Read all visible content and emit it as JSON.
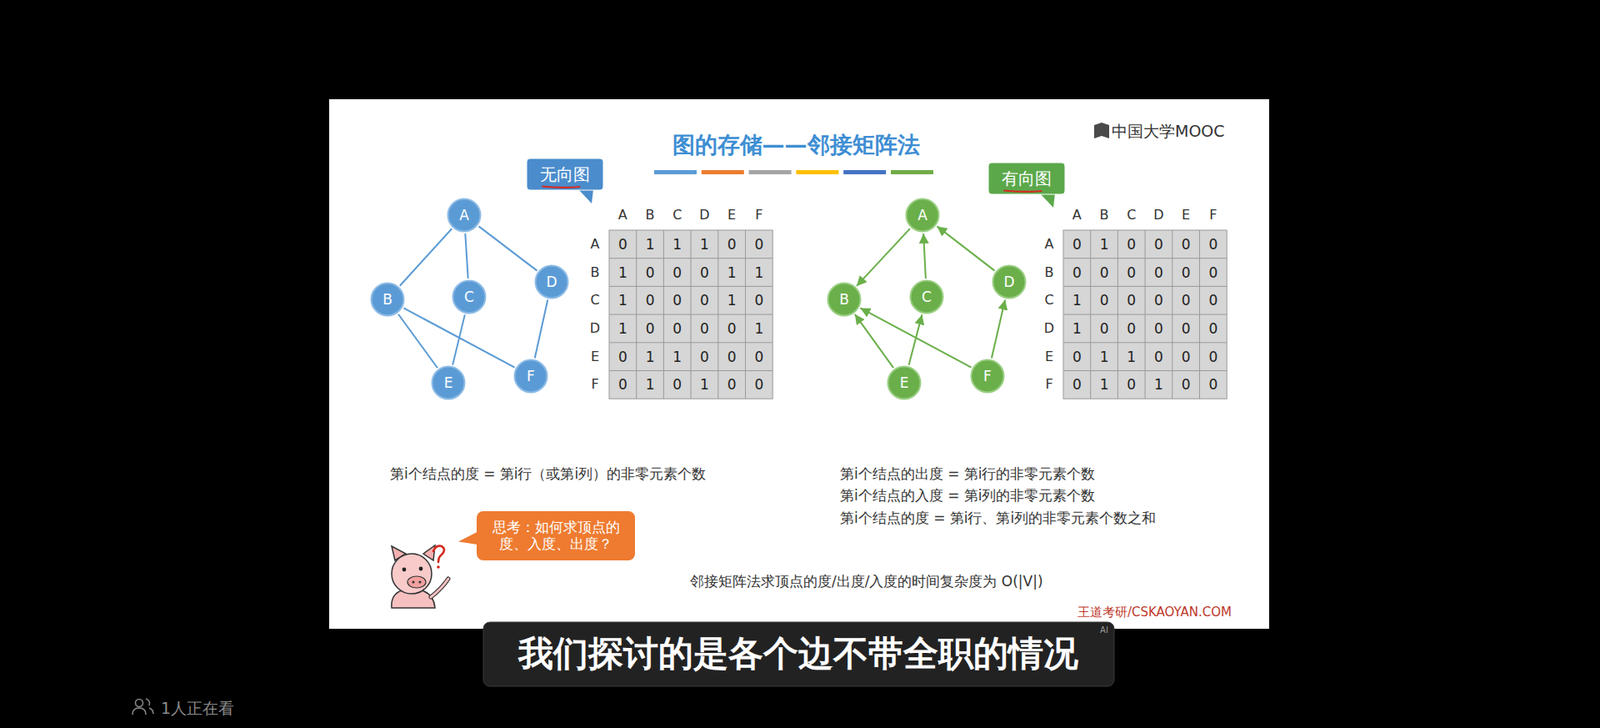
{
  "diagram": {
    "title": "图的存储——邻接矩阵法",
    "nodes": [
      {
        "text": [
          "无向图"
        ]
      },
      {
        "text": [
          "有向图"
        ]
      },
      {
        "text": [
          "A"
        ]
      },
      {
        "text": [
          "B"
        ]
      },
      {
        "text": [
          "C"
        ]
      },
      {
        "text": [
          "D"
        ]
      },
      {
        "text": [
          "E"
        ]
      },
      {
        "text": [
          "F"
        ]
      },
      {
        "text": [
          "A"
        ]
      },
      {
        "text": [
          "B"
        ]
      },
      {
        "text": [
          "C"
        ]
      },
      {
        "text": [
          "D"
        ]
      },
      {
        "text": [
          "E"
        ]
      },
      {
        "text": [
          "F"
        ]
      },
      {
        "text": [
          "思考：如何求顶点的度、入度、出度？"
        ]
      },
      {
        "text": [
          "我们探讨的是各个边不带全职的情况"
        ]
      }
    ],
    "edges": [
      {
        "from": 2,
        "to": 3,
        "arrow": "none"
      },
      {
        "from": 2,
        "to": 4,
        "arrow": "none"
      },
      {
        "from": 2,
        "to": 5,
        "arrow": "none"
      },
      {
        "from": 3,
        "to": 6,
        "arrow": "none"
      },
      {
        "from": 3,
        "to": 7,
        "arrow": "none"
      },
      {
        "from": 4,
        "to": 6,
        "arrow": "none"
      },
      {
        "from": 5,
        "to": 7,
        "arrow": "none"
      },
      {
        "from": 8,
        "to": 9,
        "arrow": "to"
      },
      {
        "from": 10,
        "to": 8,
        "arrow": "to"
      },
      {
        "from": 11,
        "to": 8,
        "arrow": "to"
      },
      {
        "from": 12,
        "to": 9,
        "arrow": "to"
      },
      {
        "from": 12,
        "to": 10,
        "arrow": "to"
      },
      {
        "from": 13,
        "to": 9,
        "arrow": "to"
      },
      {
        "from": 13,
        "to": 11,
        "arrow": "to"
      }
    ],
    "labels": [
      "中国大学MOOC",
      "A",
      "B",
      "C",
      "D",
      "E",
      "F",
      "A",
      "0",
      "1",
      "1",
      "1",
      "0",
      "0",
      "B",
      "1",
      "0",
      "0",
      "0",
      "1",
      "1",
      "C",
      "1",
      "0",
      "0",
      "0",
      "1",
      "0",
      "D",
      "1",
      "0",
      "0",
      "0",
      "0",
      "1",
      "E",
      "0",
      "1",
      "1",
      "0",
      "0",
      "0",
      "F",
      "0",
      "1",
      "0",
      "1",
      "0",
      "0",
      "A",
      "B",
      "C",
      "D",
      "E",
      "F",
      "A",
      "0",
      "1",
      "0",
      "0",
      "0",
      "0",
      "B",
      "0",
      "0",
      "0",
      "0",
      "0",
      "0",
      "C",
      "1",
      "0",
      "0",
      "0",
      "0",
      "0",
      "D",
      "1",
      "0",
      "0",
      "0",
      "0",
      "0",
      "E",
      "0",
      "1",
      "1",
      "0",
      "0",
      "0",
      "F",
      "0",
      "1",
      "0",
      "1",
      "0",
      "0",
      "第i个结点的度 = 第i行（或第i列）的非零元素个数",
      "第i个结点的出度 = 第i行的非零元素个数",
      "第i个结点的入度 = 第i列的非零元素个数",
      "第i个结点的度 = 第i行、第i列的非零元素个数之和",
      "邻接矩阵法求顶点的度/出度/入度的时间复杂度为 O(|V|)",
      "王道考研/CSKAOYAN.COM",
      "AI",
      "1人正在看"
    ]
  }
}
